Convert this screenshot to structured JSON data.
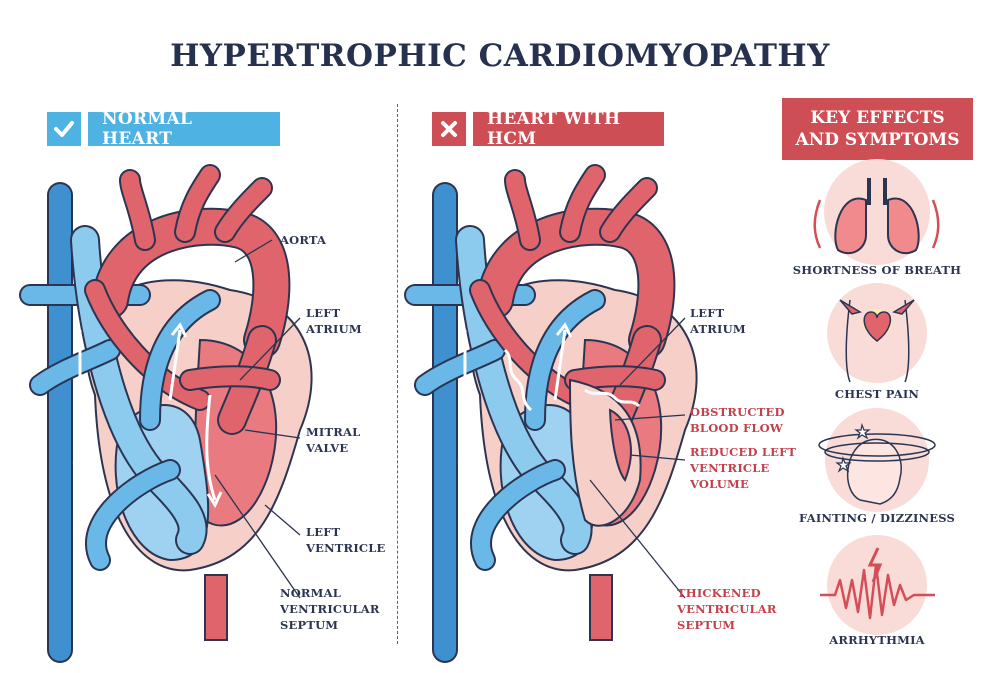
{
  "title": "HYPERTROPHIC CARDIOMYOPATHY",
  "panels": {
    "normal": {
      "badge": "NORMAL HEART",
      "labels": {
        "aorta": "AORTA",
        "left_atrium": [
          "LEFT",
          "ATRIUM"
        ],
        "mitral_valve": [
          "MITRAL",
          "VALVE"
        ],
        "left_ventricle": [
          "LEFT",
          "VENTRICLE"
        ],
        "septum": [
          "NORMAL",
          "VENTRICULAR",
          "SEPTUM"
        ]
      }
    },
    "hcm": {
      "badge": "HEART WITH HCM",
      "labels": {
        "left_atrium": [
          "LEFT",
          "ATRIUM"
        ],
        "obstructed": [
          "OBSTRUCTED",
          "BLOOD FLOW"
        ],
        "reduced": [
          "REDUCED LEFT",
          "VENTRICLE",
          "VOLUME"
        ],
        "thickened": [
          "THICKENED",
          "VENTRICULAR",
          "SEPTUM"
        ]
      }
    }
  },
  "key_effects": {
    "heading": [
      "KEY EFFECTS",
      "AND SYMPTOMS"
    ],
    "symptoms": [
      {
        "label": "SHORTNESS OF BREATH",
        "icon": "lungs-icon"
      },
      {
        "label": "CHEST PAIN",
        "icon": "chest-pain-icon"
      },
      {
        "label": "FAINTING / DIZZINESS",
        "icon": "dizziness-icon"
      },
      {
        "label": "ARRHYTHMIA",
        "icon": "arrhythmia-icon"
      }
    ]
  },
  "colors": {
    "blue": "#4eb2e3",
    "red": "#cd4e55",
    "vessel_red": "#e0646b",
    "vessel_blue": "#6ab8e8",
    "pale_red": "#f6c9c4",
    "pale_blue": "#bfe0f6",
    "outline": "#2b3552"
  }
}
